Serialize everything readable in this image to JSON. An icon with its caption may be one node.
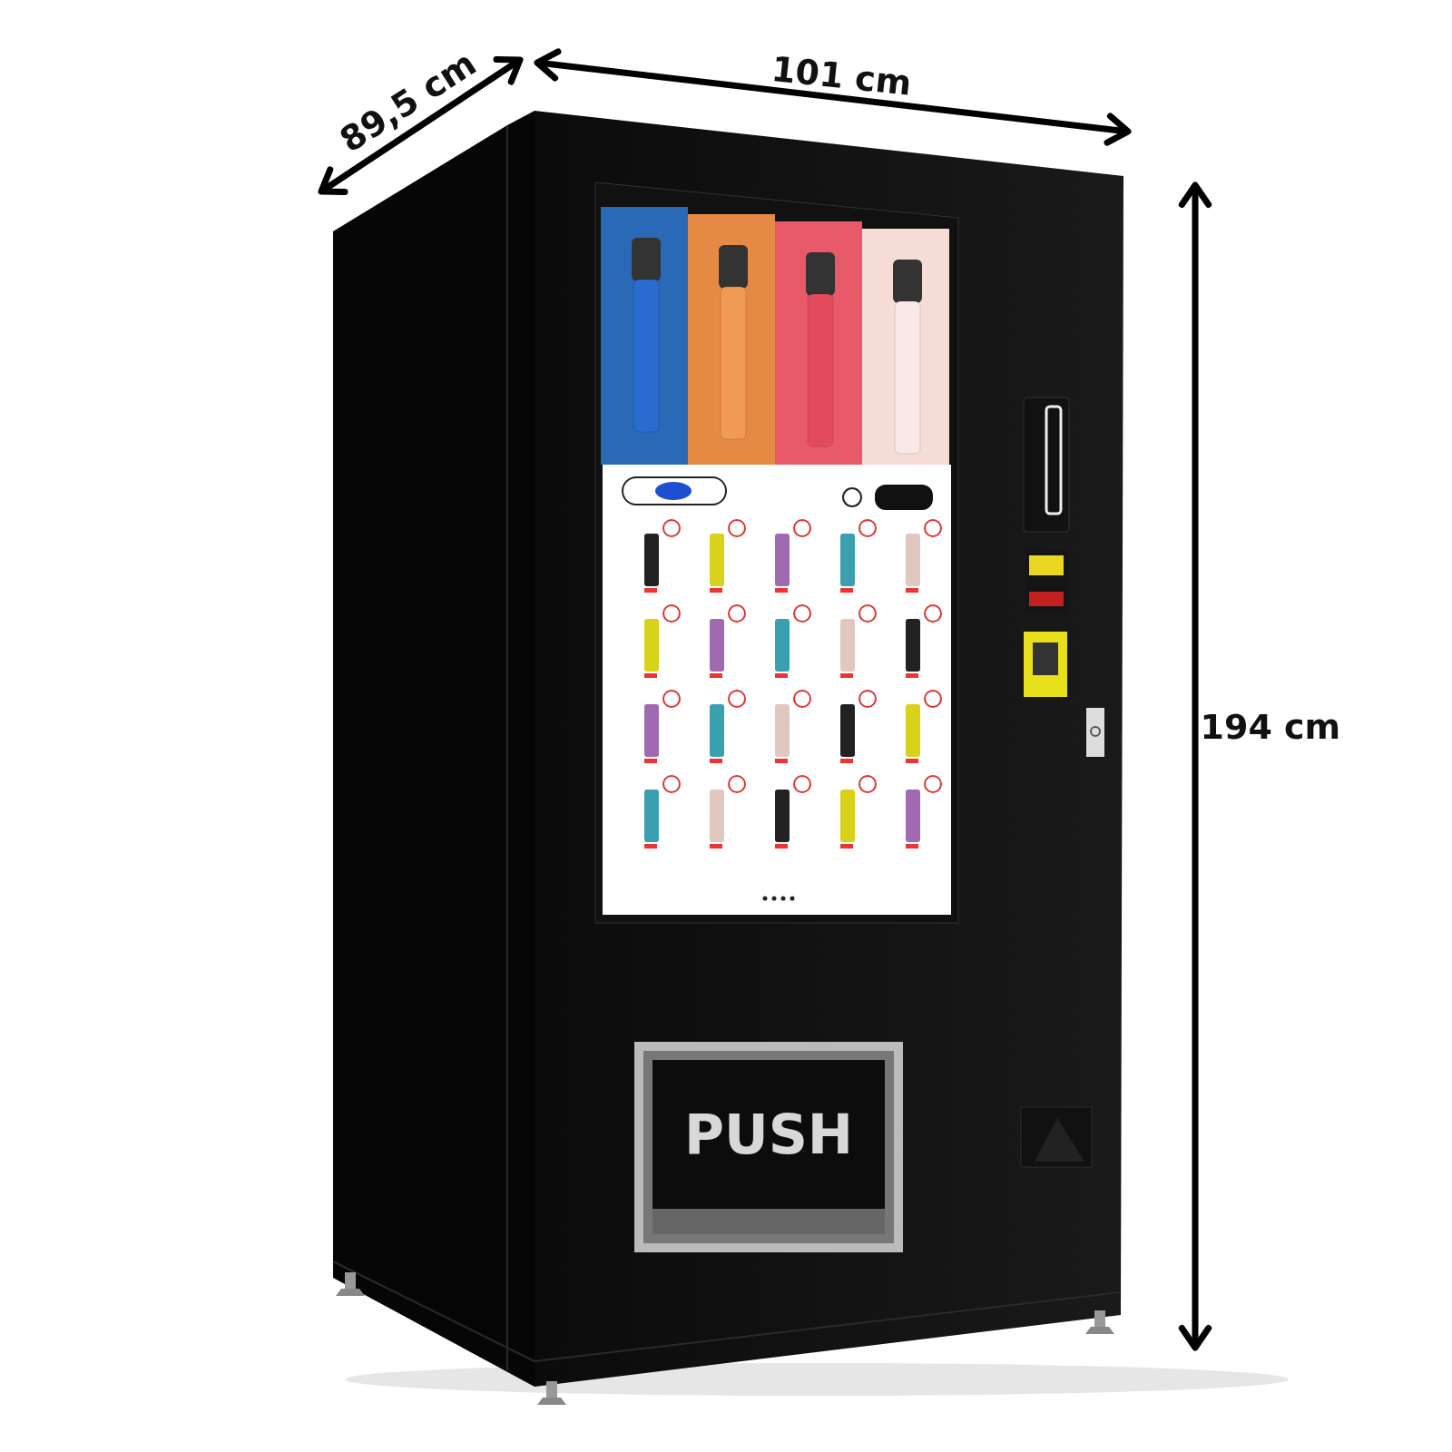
{
  "diagram": {
    "nodes": [
      {
        "text": [
          "PUSH"
        ]
      }
    ],
    "labels": [
      "89,5 cm",
      "101 cm",
      "194 cm"
    ]
  }
}
